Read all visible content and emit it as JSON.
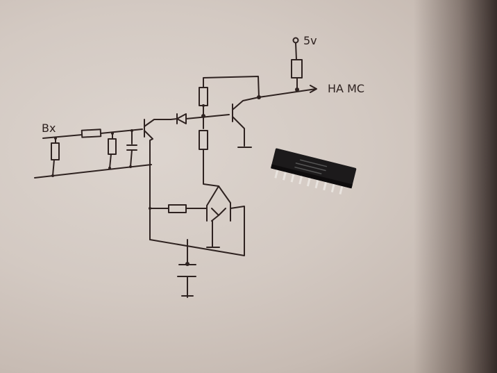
{
  "schematic": {
    "input_label": "Bx",
    "supply_label": "5v",
    "output_label": "HA MC"
  },
  "colors": {
    "paper": "#d8cfc8",
    "ink": "#2e2220",
    "chip": "#1c1a1b"
  }
}
